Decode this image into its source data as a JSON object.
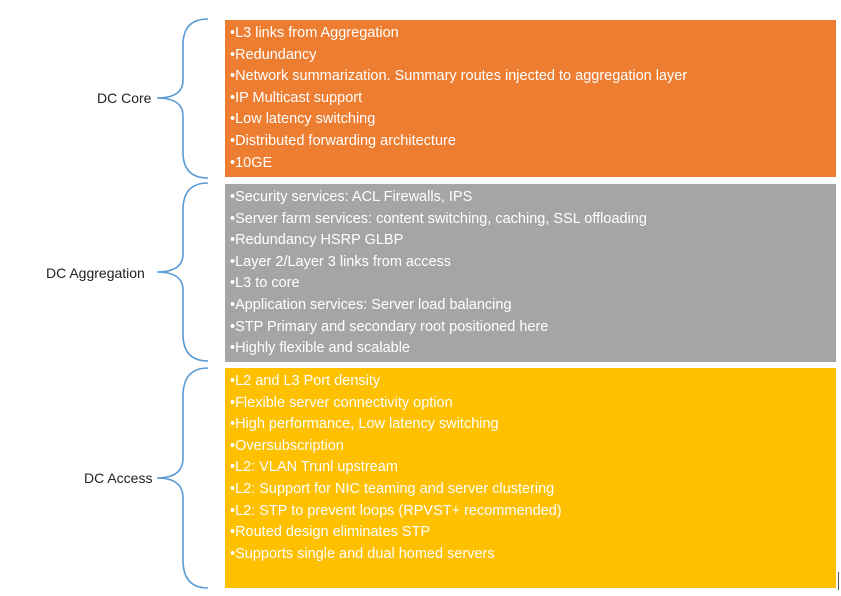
{
  "colors": {
    "core_fill": "#ED7D31",
    "aggregation_fill": "#A5A5A5",
    "access_fill": "#FFC000",
    "brace_stroke": "#5B9BD5",
    "item_text": "#FFFFFF"
  },
  "layers": {
    "core": {
      "label": "DC Core",
      "items": [
        "•L3 links from Aggregation",
        "•Redundancy",
        "•Network summarization. Summary routes injected to aggregation layer",
        "•IP Multicast support",
        "•Low latency switching",
        "•Distributed forwarding architecture",
        "•10GE"
      ]
    },
    "aggregation": {
      "label": "DC Aggregation",
      "items": [
        "•Security services: ACL Firewalls, IPS",
        "•Server farm services: content switching, caching, SSL offloading",
        "•Redundancy HSRP GLBP",
        "•Layer 2/Layer 3 links from access",
        "•L3 to core",
        "•Application services: Server load balancing",
        "•STP Primary and secondary root positioned here",
        "•Highly flexible and scalable"
      ]
    },
    "access": {
      "label": "DC Access",
      "items": [
        "•L2 and L3 Port density",
        "•Flexible server connectivity option",
        "•High performance, Low latency switching",
        "•Oversubscription",
        "•L2: VLAN Trunl upstream",
        "•L2: Support for NIC teaming and server clustering",
        "•L2: STP to prevent loops (RPVST+ recommended)",
        "•Routed design eliminates STP",
        "•Supports single and dual homed servers"
      ]
    }
  }
}
